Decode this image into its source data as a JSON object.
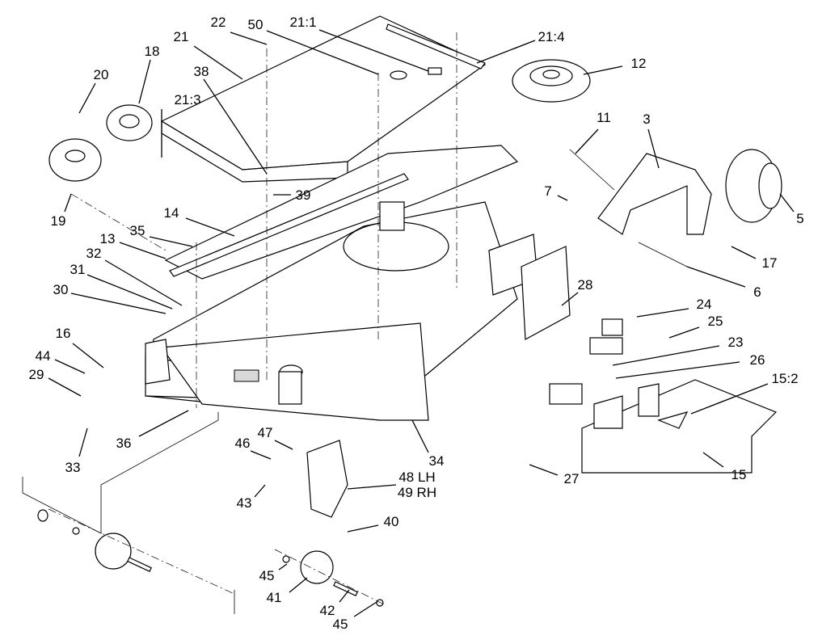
{
  "callouts": [
    {
      "id": "c22",
      "text": "22"
    },
    {
      "id": "c50",
      "text": "50"
    },
    {
      "id": "c21_1",
      "text": "21:1"
    },
    {
      "id": "c21_4",
      "text": "21:4"
    },
    {
      "id": "c12",
      "text": "12"
    },
    {
      "id": "c21",
      "text": "21"
    },
    {
      "id": "c18",
      "text": "18"
    },
    {
      "id": "c38",
      "text": "38"
    },
    {
      "id": "c20",
      "text": "20"
    },
    {
      "id": "c21_3",
      "text": "21:3"
    },
    {
      "id": "c11",
      "text": "11"
    },
    {
      "id": "c3",
      "text": "3"
    },
    {
      "id": "c39",
      "text": "39"
    },
    {
      "id": "c7",
      "text": "7"
    },
    {
      "id": "c5",
      "text": "5"
    },
    {
      "id": "c19",
      "text": "19"
    },
    {
      "id": "c14",
      "text": "14"
    },
    {
      "id": "c35",
      "text": "35"
    },
    {
      "id": "c13",
      "text": "13"
    },
    {
      "id": "c17",
      "text": "17"
    },
    {
      "id": "c32",
      "text": "32"
    },
    {
      "id": "c31",
      "text": "31"
    },
    {
      "id": "c30",
      "text": "30"
    },
    {
      "id": "c6",
      "text": "6"
    },
    {
      "id": "c28",
      "text": "28"
    },
    {
      "id": "c24",
      "text": "24"
    },
    {
      "id": "c25",
      "text": "25"
    },
    {
      "id": "c16",
      "text": "16"
    },
    {
      "id": "c23",
      "text": "23"
    },
    {
      "id": "c26",
      "text": "26"
    },
    {
      "id": "c44",
      "text": "44"
    },
    {
      "id": "c29",
      "text": "29"
    },
    {
      "id": "c15_2",
      "text": "15:2"
    },
    {
      "id": "c36",
      "text": "36"
    },
    {
      "id": "c33",
      "text": "33"
    },
    {
      "id": "c47",
      "text": "47"
    },
    {
      "id": "c34",
      "text": "34"
    },
    {
      "id": "c46",
      "text": "46"
    },
    {
      "id": "c48",
      "text": "48 LH"
    },
    {
      "id": "c49",
      "text": "49 RH"
    },
    {
      "id": "c27",
      "text": "27"
    },
    {
      "id": "c15",
      "text": "15"
    },
    {
      "id": "c43",
      "text": "43"
    },
    {
      "id": "c40",
      "text": "40"
    },
    {
      "id": "c45a",
      "text": "45"
    },
    {
      "id": "c41",
      "text": "41"
    },
    {
      "id": "c42",
      "text": "42"
    },
    {
      "id": "c45b",
      "text": "45"
    }
  ]
}
